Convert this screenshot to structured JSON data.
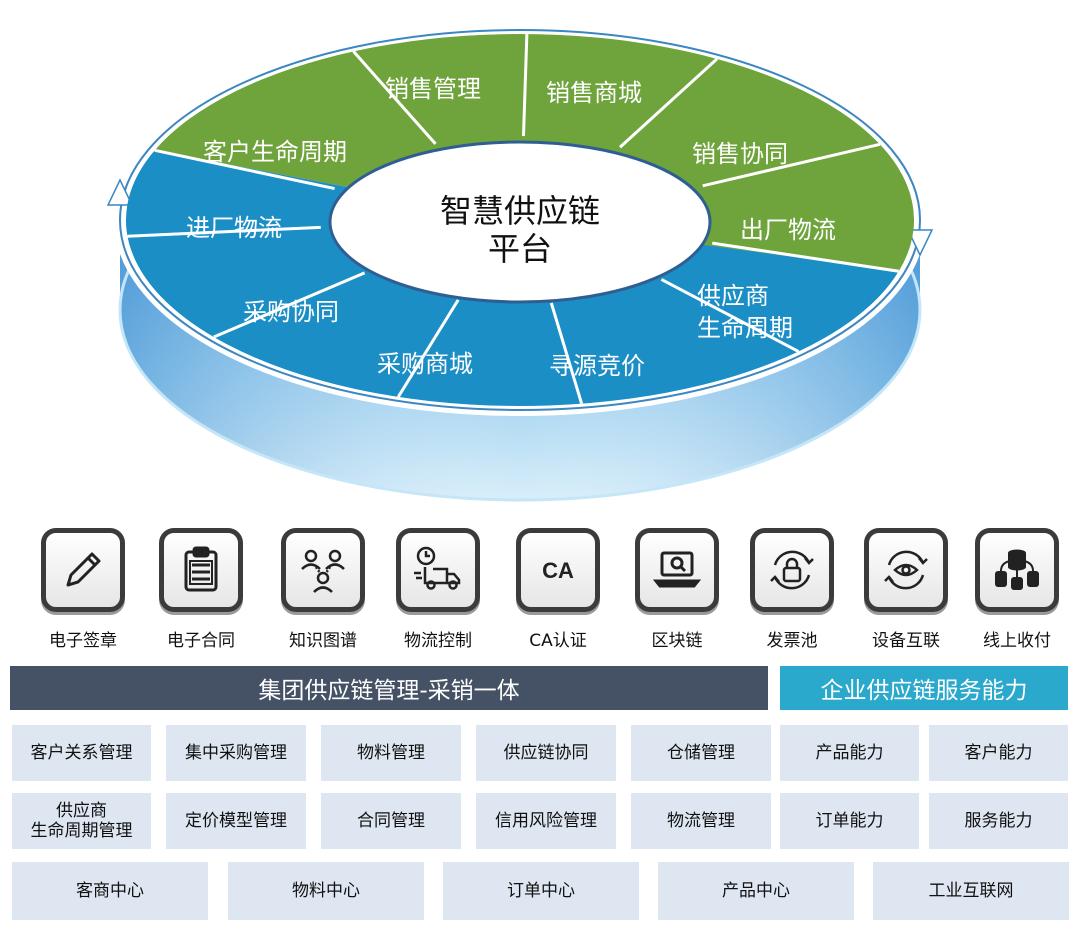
{
  "platform": {
    "title_line1": "智慧供应链",
    "title_line2": "平台",
    "green_segments": [
      "客户生命周期",
      "销售管理",
      "销售商城",
      "销售协同",
      "出厂物流"
    ],
    "blue_segments": [
      "进厂物流",
      "采购协同",
      "采购商城",
      "寻源竞价"
    ],
    "supplier_line1": "供应商",
    "supplier_line2": "生命周期",
    "colors": {
      "green": "#6fa33c",
      "blue": "#1b8ec6",
      "center": "#ffffff"
    }
  },
  "capabilities": [
    {
      "label": "电子签章",
      "icon": "pen-icon"
    },
    {
      "label": "电子合同",
      "icon": "clipboard-icon"
    },
    {
      "label": "知识图谱",
      "icon": "people-network-icon"
    },
    {
      "label": "物流控制",
      "icon": "truck-clock-icon"
    },
    {
      "label": "CA认证",
      "icon": "ca-badge-icon",
      "icon_text": "CA"
    },
    {
      "label": "区块链",
      "icon": "laptop-search-icon"
    },
    {
      "label": "发票池",
      "icon": "lock-cycle-icon"
    },
    {
      "label": "设备互联",
      "icon": "eye-cycle-icon"
    },
    {
      "label": "线上收付",
      "icon": "database-coins-icon"
    }
  ],
  "group": {
    "title": "集团供应链管理-采销一体",
    "row1": [
      "客户关系管理",
      "集中采购管理",
      "物料管理",
      "供应链协同",
      "仓储管理"
    ],
    "row2": [
      "供应商\n生命周期管理",
      "定价模型管理",
      "合同管理",
      "信用风险管理",
      "物流管理"
    ]
  },
  "enterprise": {
    "title": "企业供应链服务能力",
    "row1": [
      "产品能力",
      "客户能力"
    ],
    "row2": [
      "订单能力",
      "服务能力"
    ]
  },
  "centers": [
    "客商中心",
    "物料中心",
    "订单中心",
    "产品中心",
    "工业互联网"
  ]
}
